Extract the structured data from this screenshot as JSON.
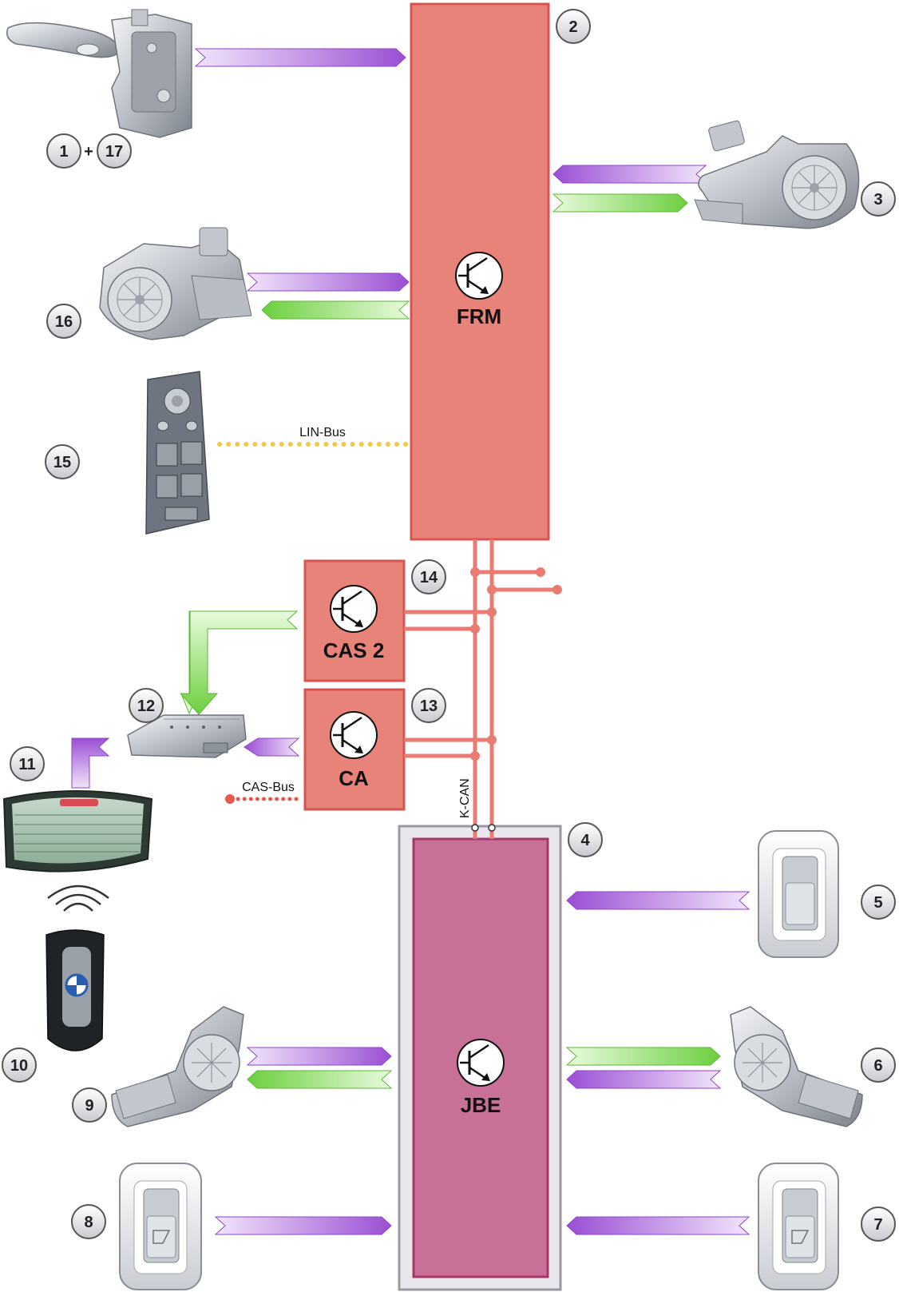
{
  "colors": {
    "ecu_fill": "#e8837a",
    "ecu_stroke": "#d9534f",
    "jbe_fill": "#c97098",
    "jbe_frame": "#e9e7ee",
    "bus_line": "#ea7b73",
    "arrow_purple": "#a45fd8",
    "arrow_green": "#76d64c",
    "lin_dots": "#f2c94c",
    "cas_dots": "#e25a50"
  },
  "ecus": {
    "frm": "FRM",
    "cas2": "CAS 2",
    "ca": "CA",
    "jbe": "JBE"
  },
  "buses": {
    "lin": "LIN-Bus",
    "cas": "CAS-Bus",
    "kcan": "K-CAN"
  },
  "badges": {
    "b1": "1",
    "plus": "+",
    "b17": "17",
    "b2": "2",
    "b3": "3",
    "b4": "4",
    "b5": "5",
    "b6": "6",
    "b7": "7",
    "b8": "8",
    "b9": "9",
    "b10": "10",
    "b11": "11",
    "b12": "12",
    "b13": "13",
    "b14": "14",
    "b15": "15",
    "b16": "16"
  },
  "icons": [
    "door-handle-lock-icon",
    "window-motor-icon",
    "switch-block-icon",
    "window-switch-icon",
    "antenna-module-icon",
    "rear-window-icon",
    "key-fob-icon",
    "transistor-icon"
  ]
}
